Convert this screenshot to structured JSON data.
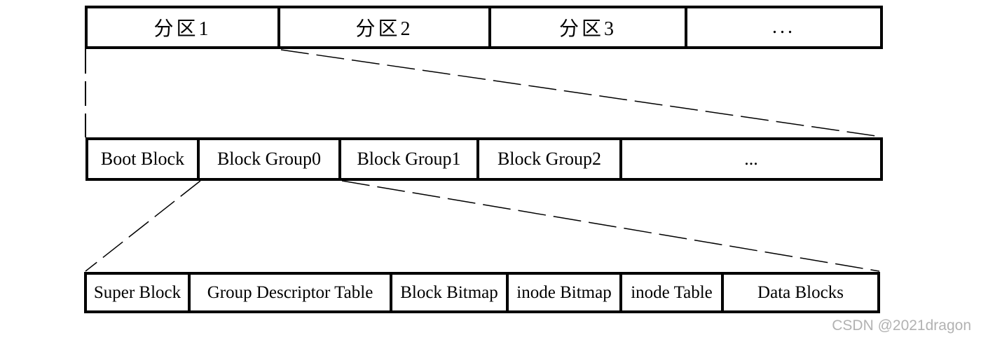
{
  "disk_row": {
    "cells": [
      "分区1",
      "分区2",
      "分区3",
      "..."
    ]
  },
  "partition_row": {
    "cells": [
      "Boot Block",
      "Block Group0",
      "Block Group1",
      "Block Group2",
      "..."
    ]
  },
  "block_group_row": {
    "cells": [
      "Super Block",
      "Group Descriptor Table",
      "Block Bitmap",
      "inode Bitmap",
      "inode Table",
      "Data Blocks"
    ]
  },
  "watermark": "CSDN @2021dragon",
  "colors": {
    "border": "#000000",
    "text": "#000000",
    "background": "#ffffff",
    "watermark": "#b2b2b2"
  }
}
